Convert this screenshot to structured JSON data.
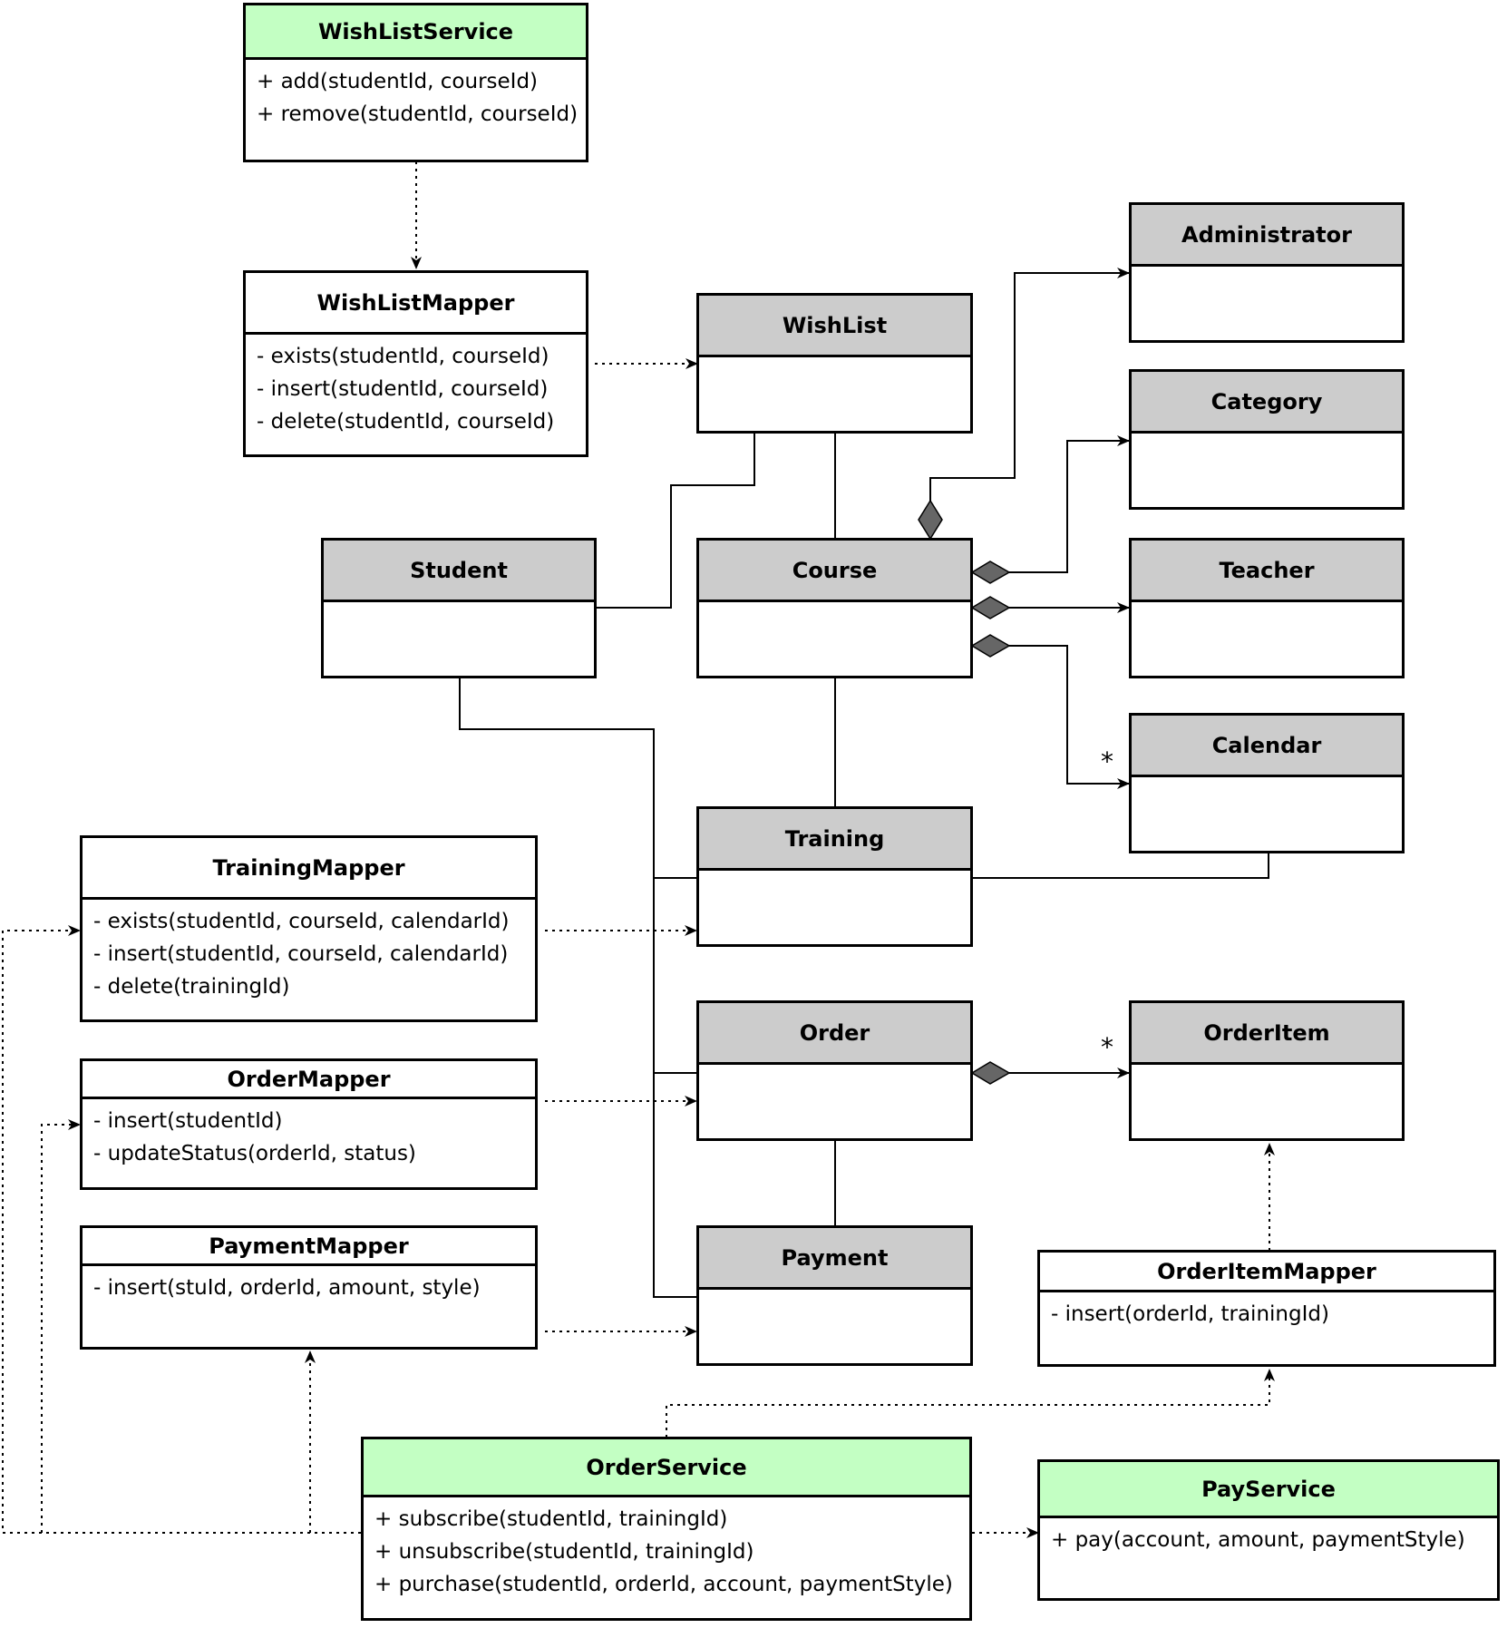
{
  "colors": {
    "entity_header": "#cccccc",
    "service_header": "#c3ffc3",
    "plain_header": "#ffffff",
    "diamond": "#666666"
  },
  "classes": {
    "wishlist_service": {
      "name": "WishListService",
      "members": [
        "+ add(studentId, courseId)",
        "+ remove(studentId, courseId)"
      ]
    },
    "wishlist_mapper": {
      "name": "WishListMapper",
      "members": [
        "- exists(studentId, courseId)",
        "- insert(studentId, courseId)",
        "- delete(studentId, courseId)"
      ]
    },
    "wishlist": {
      "name": "WishList",
      "members": []
    },
    "administrator": {
      "name": "Administrator",
      "members": []
    },
    "category": {
      "name": "Category",
      "members": []
    },
    "student": {
      "name": "Student",
      "members": []
    },
    "course": {
      "name": "Course",
      "members": []
    },
    "teacher": {
      "name": "Teacher",
      "members": []
    },
    "calendar": {
      "name": "Calendar",
      "members": []
    },
    "training": {
      "name": "Training",
      "members": []
    },
    "training_mapper": {
      "name": "TrainingMapper",
      "members": [
        "- exists(studentId, courseId, calendarId)",
        "- insert(studentId, courseId, calendarId)",
        "- delete(trainingId)"
      ]
    },
    "order": {
      "name": "Order",
      "members": []
    },
    "order_item": {
      "name": "OrderItem",
      "members": []
    },
    "order_mapper": {
      "name": "OrderMapper",
      "members": [
        "- insert(studentId)",
        "- updateStatus(orderId, status)"
      ]
    },
    "payment_mapper": {
      "name": "PaymentMapper",
      "members": [
        "- insert(stuId, orderId, amount, style)"
      ]
    },
    "payment": {
      "name": "Payment",
      "members": []
    },
    "order_item_mapper": {
      "name": "OrderItemMapper",
      "members": [
        "- insert(orderId, trainingId)"
      ]
    },
    "order_service": {
      "name": "OrderService",
      "members": [
        "+ subscribe(studentId, trainingId)",
        "+ unsubscribe(studentId, trainingId)",
        "+ purchase(studentId, orderId, account, paymentStyle)"
      ]
    },
    "pay_service": {
      "name": "PayService",
      "members": [
        "+ pay(account, amount, paymentStyle)"
      ]
    }
  },
  "multiplicities": {
    "calendar": "*",
    "order_item": "*"
  }
}
